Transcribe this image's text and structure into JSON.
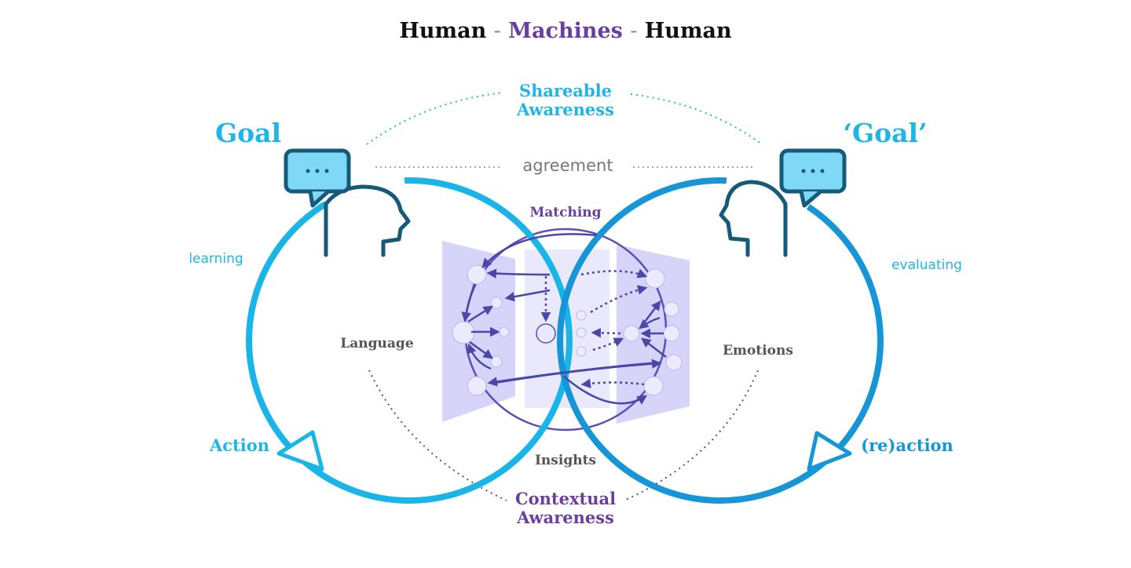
{
  "title": {
    "part1": "Human",
    "sep1": "-",
    "part2": "Machines",
    "sep2": "-",
    "part3": "Human"
  },
  "labels": {
    "shareable_line1": "Shareable",
    "shareable_line2": "Awareness",
    "goal_left": "Goal",
    "goal_right": "‘Goal’",
    "agreement": "agreement",
    "matching": "Matching",
    "learning": "learning",
    "evaluating": "evaluating",
    "language": "Language",
    "emotions": "Emotions",
    "action": "Action",
    "reaction": "(re)action",
    "insights": "Insights",
    "contextual_line1": "Contextual",
    "contextual_line2": "Awareness"
  },
  "colors": {
    "cyan": "#1fb6e6",
    "cyan_dark": "#1796d4",
    "purple": "#6b3fa0",
    "indigo": "#4a47a8",
    "panel": "#cfcdf7",
    "head_stroke": "#155a78",
    "bubble_fill": "#7fd8f5"
  },
  "icons": [
    "head-speech-bubble-icon-left",
    "head-speech-bubble-icon-right"
  ]
}
